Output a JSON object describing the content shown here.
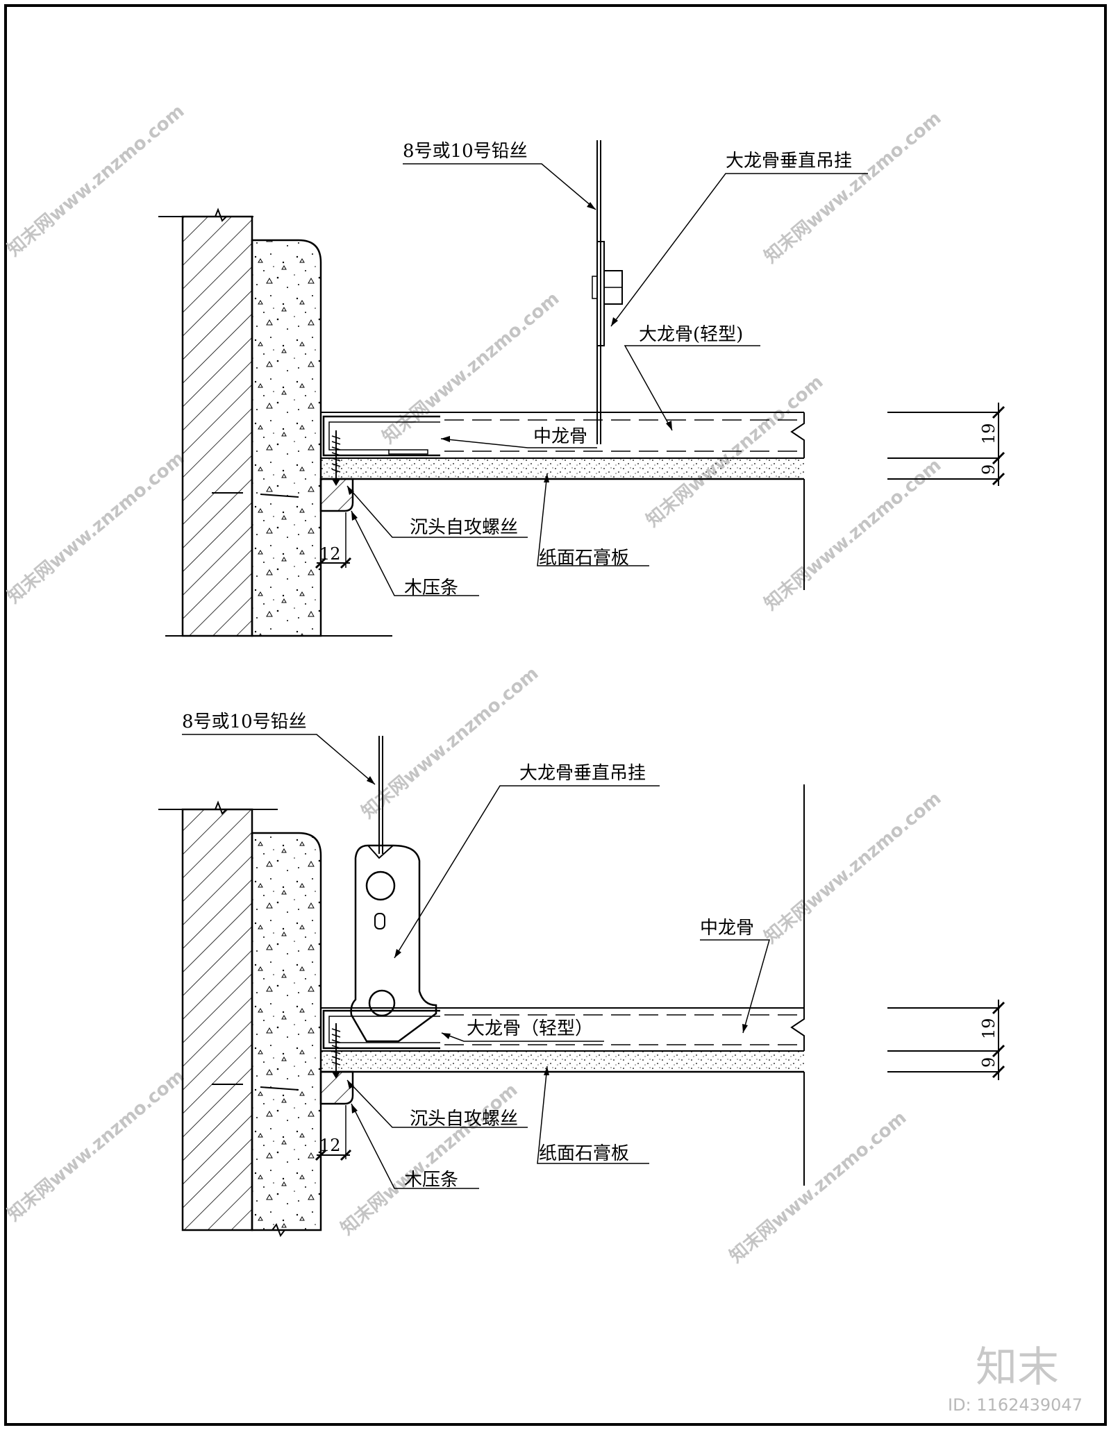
{
  "detail_top": {
    "labels": {
      "wire": "8号或10号铅丝",
      "hanger": "大龙骨垂直吊挂",
      "main_runner": "大龙骨(轻型)",
      "cross_runner": "中龙骨",
      "screw": "沉头自攻螺丝",
      "board": "纸面石膏板",
      "wood_strip": "木压条"
    },
    "dims": {
      "depth": "19",
      "board": "9",
      "strip": "12"
    }
  },
  "detail_bottom": {
    "labels": {
      "wire": "8号或10号铅丝",
      "hanger": "大龙骨垂直吊挂",
      "cross_runner": "中龙骨",
      "main_runner": "大龙骨（轻型）",
      "screw": "沉头自攻螺丝",
      "board": "纸面石膏板",
      "wood_strip": "木压条"
    },
    "dims": {
      "depth": "19",
      "board": "9",
      "strip": "12"
    }
  },
  "watermark": {
    "text": "知末网www.znzmo.com",
    "brand": "知末",
    "id": "ID: 1162439047"
  }
}
